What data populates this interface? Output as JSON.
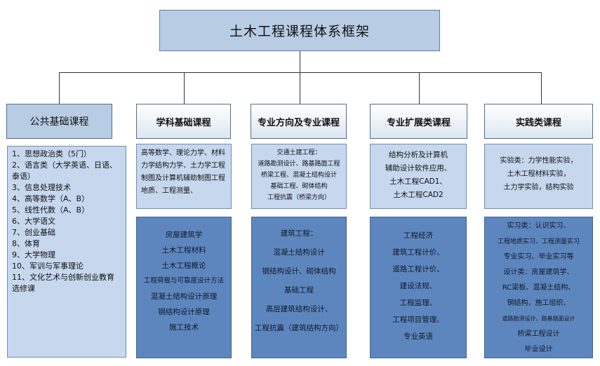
{
  "title": "土木工程课程体系框架",
  "columns": [
    {
      "header": "公共基础课程",
      "items": [
        "1、思想政治类（5门）",
        "2、语言类（大学英语、日语、泰语）",
        "3、信息处理技术",
        "4、高等数学（A、B）",
        "5、线性代数（A、B）",
        "6、大学语文",
        "7、创业基础",
        "8、体育",
        "9、大学物理",
        "10、军训与军事理论",
        "11、文化艺术与创新创业教育选修课"
      ]
    },
    {
      "header": "学科基础课程",
      "top_text": "高等数学、理论力学、材料力学结构力学、土力学工程制图及计算机辅助制图工程地质、工程测量、",
      "bottom_items": [
        "房屋建筑学",
        "土木工程材料",
        "土木工程概论",
        "工程荷载与可靠度设计方法",
        "混凝土结构设计原理",
        "钢结构设计原理",
        "施工技术"
      ]
    },
    {
      "header": "专业方向及专业课程",
      "top_items": [
        "交通土建工程：",
        "道路勘测设计、路基路面工程",
        "桥梁工程、混凝土结构设计",
        "基础工程、砌体结构",
        "工程抗震（桥梁方向）"
      ],
      "bottom_items": [
        "建筑工程：",
        "混凝土结构设计",
        "钢结构设计、砌体结构",
        "基础工程",
        "高层建筑结构设计、",
        "工程抗震（建筑结构方向）"
      ]
    },
    {
      "header": "专业扩展类课程",
      "top_items": [
        "结构分析及计算机",
        "辅助设计软件应用、",
        "土木工程CAD1、",
        "土木工程CAD2"
      ],
      "bottom_items": [
        "工程经济",
        "建筑工程计价、",
        "道路工程计价、",
        "建设法规、",
        "工程监理、",
        "工程项目管理、",
        "专业英语"
      ]
    },
    {
      "header": "实践类课程",
      "top_items": [
        "实验类：力学性能实验，",
        "土木工程材料实验，",
        "土力学实验，结构实验"
      ],
      "bottom_items": [
        "实习类：认识实习、",
        "工程地质实习、工程测量实习",
        "专业实习、毕业实习等",
        "设计类：房屋建筑学、",
        "RC梁板、混凝土结构、",
        "钢结构，施工组织、",
        "道路勘测设计、路基路面设计",
        "桥梁工程设计",
        "毕业设计"
      ]
    }
  ]
}
